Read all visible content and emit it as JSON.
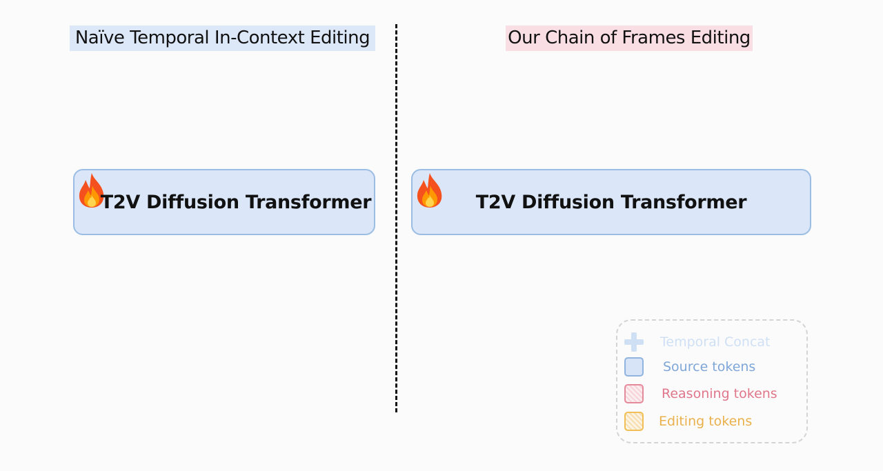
{
  "left_panel": {
    "title": "Naïve Temporal In-Context Editing",
    "model_label": "T2V Diffusion Transformer"
  },
  "right_panel": {
    "title": "Our Chain of Frames Editing",
    "model_label": "T2V Diffusion Transformer"
  },
  "legend": {
    "items": [
      {
        "icon": "plus-icon",
        "label": "Temporal Concat",
        "color": "#cfe0f5"
      },
      {
        "icon": "source-swatch",
        "label": "Source tokens",
        "color": "#8fb4e0"
      },
      {
        "icon": "reasoning-swatch",
        "label": "Reasoning  tokens",
        "color": "#e58a9a"
      },
      {
        "icon": "editing-swatch",
        "label": "Editing tokens",
        "color": "#f0bf55"
      }
    ]
  },
  "colors": {
    "left_title_bg": "#dce8f8",
    "right_title_bg": "#f9dfe3",
    "box_fill": "#dbe7f9",
    "box_border": "#9bbde3"
  }
}
